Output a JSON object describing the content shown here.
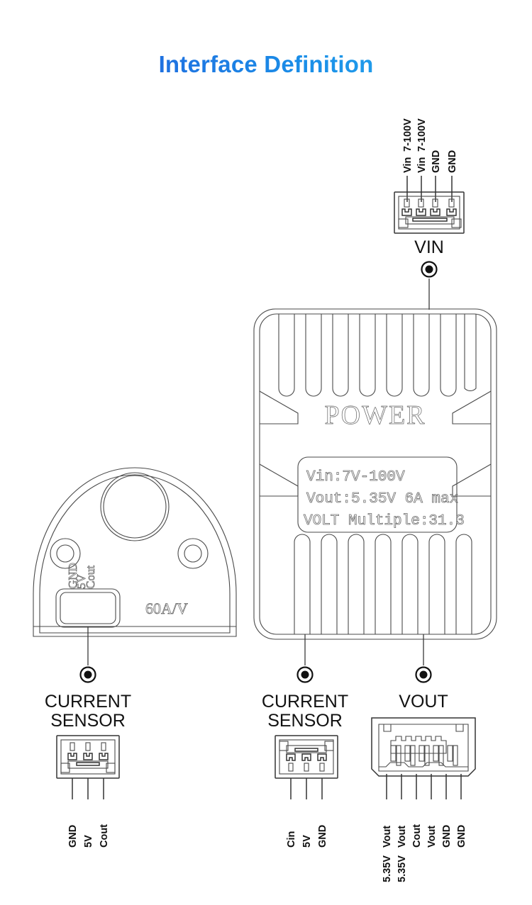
{
  "page": {
    "title": "Interface Definition",
    "title_color_start": "#1f6fe0",
    "title_color_end": "#2fb6f0",
    "background": "#ffffff",
    "line_color": "#4a4a4a"
  },
  "vin_connector": {
    "name": "VIN",
    "pin_count": 4,
    "pins": [
      {
        "index": 1,
        "top": "Vin",
        "bottom": "7-100V"
      },
      {
        "index": 2,
        "top": "Vin",
        "bottom": "7-100V"
      },
      {
        "index": 3,
        "top": "GND",
        "bottom": ""
      },
      {
        "index": 4,
        "top": "GND",
        "bottom": ""
      }
    ]
  },
  "power_module": {
    "silk_title": "POWER",
    "spec_lines": [
      "Vin:7V-100V",
      "Vout:5.35V 6A max",
      "VOLT Multiple:31.3"
    ],
    "top_fin_count": 8,
    "bottom_fin_count": 7
  },
  "current_sensor_board": {
    "rating_text": "60A/V",
    "pad_labels": [
      "GND",
      "5V",
      "Cout"
    ]
  },
  "bottom_connectors": [
    {
      "id": "current-sensor-left",
      "label_lines": [
        "CURRENT",
        "SENSOR"
      ],
      "pin_count": 3,
      "pins": [
        {
          "index": 1,
          "top": "GND",
          "bottom": ""
        },
        {
          "index": 2,
          "top": "5V",
          "bottom": ""
        },
        {
          "index": 3,
          "top": "Cout",
          "bottom": ""
        }
      ]
    },
    {
      "id": "current-sensor-middle",
      "label_lines": [
        "CURRENT",
        "SENSOR"
      ],
      "pin_count": 3,
      "pins": [
        {
          "index": 1,
          "top": "Cin",
          "bottom": ""
        },
        {
          "index": 2,
          "top": "5V",
          "bottom": ""
        },
        {
          "index": 3,
          "top": "GND",
          "bottom": ""
        }
      ]
    },
    {
      "id": "vout",
      "label_lines": [
        "VOUT"
      ],
      "pin_count": 6,
      "pins": [
        {
          "index": 1,
          "top": "Vout",
          "bottom": "5.35V"
        },
        {
          "index": 2,
          "top": "Vout",
          "bottom": "5.35V"
        },
        {
          "index": 3,
          "top": "Cout",
          "bottom": ""
        },
        {
          "index": 4,
          "top": "Vout",
          "bottom": ""
        },
        {
          "index": 5,
          "top": "GND",
          "bottom": ""
        },
        {
          "index": 6,
          "top": "GND",
          "bottom": ""
        }
      ]
    }
  ]
}
